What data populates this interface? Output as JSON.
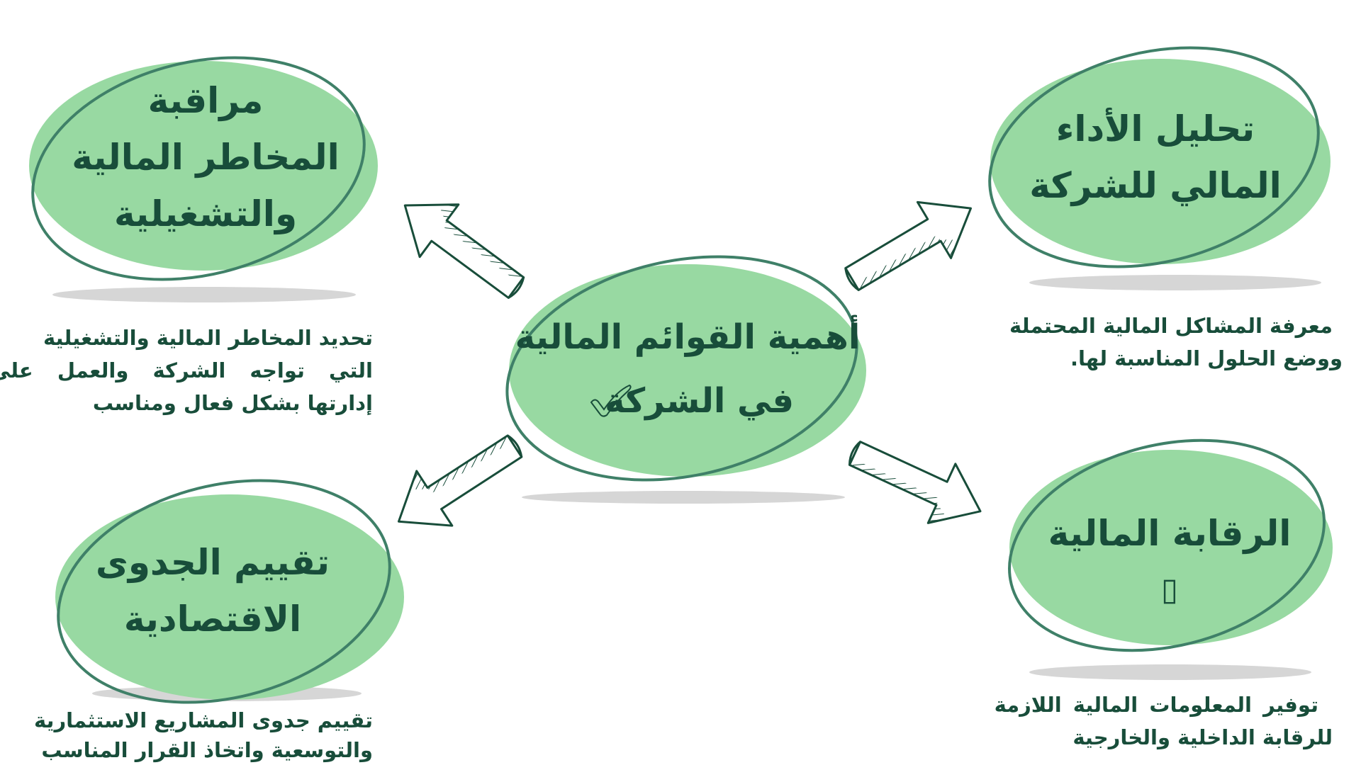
{
  "colors": {
    "fill": "#98d9a2",
    "outline": "#3f8068",
    "text": "#184d3a",
    "shadow": "#d6d6d6"
  },
  "center": {
    "line1": "أهمية القوائم المالية",
    "line2": "في الشركة",
    "icon": "check-mark-icon"
  },
  "nodes": [
    {
      "title": [
        "مراقبة",
        "المخاطر المالية",
        "والتشغيلية"
      ],
      "description": [
        "تحديد المخاطر المالية والتشغيلية",
        "التي تواجه الشركة والعمل على",
        "إدارتها بشكل فعال ومناسب"
      ]
    },
    {
      "title": [
        "تحليل الأداء",
        "المالي للشركة"
      ],
      "description": [
        "معرفة المشاكل المالية المحتملة",
        "ووضع الحلول المناسبة لها."
      ]
    },
    {
      "title": [
        "تقييم الجدوى",
        "الاقتصادية"
      ],
      "description": [
        "تقييم جدوى المشاريع الاستثمارية",
        "والتوسعية واتخاذ القرار المناسب"
      ]
    },
    {
      "title": [
        "الرقابة المالية"
      ],
      "glyph": "▯",
      "description": [
        "توفير المعلومات المالية اللازمة",
        "للرقابة الداخلية والخارجية"
      ]
    }
  ]
}
